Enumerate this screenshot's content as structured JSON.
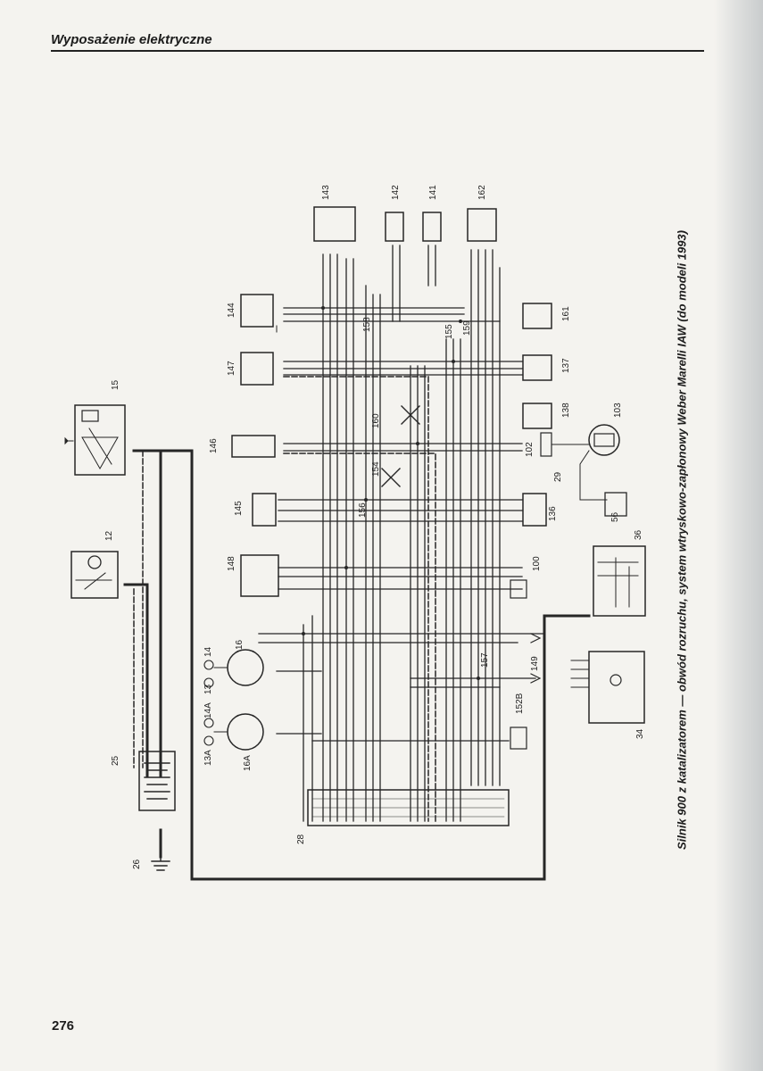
{
  "header": {
    "title": "Wyposażenie elektryczne"
  },
  "page_number": "276",
  "caption": "Silnik 900 z katalizatorem — obwód rozruchu, system wtryskowo-zapłonowy Weber Marelli IAW (do modeli 1993)",
  "components": [
    {
      "id": "c143",
      "label": "143"
    },
    {
      "id": "c142",
      "label": "142"
    },
    {
      "id": "c141",
      "label": "141"
    },
    {
      "id": "c162",
      "label": "162"
    },
    {
      "id": "c144",
      "label": "144"
    },
    {
      "id": "c161",
      "label": "161"
    },
    {
      "id": "c147",
      "label": "147"
    },
    {
      "id": "c137",
      "label": "137"
    },
    {
      "id": "c158",
      "label": "158"
    },
    {
      "id": "c155",
      "label": "155"
    },
    {
      "id": "c159",
      "label": "159"
    },
    {
      "id": "c15",
      "label": "15"
    },
    {
      "id": "c160",
      "label": "160"
    },
    {
      "id": "c138",
      "label": "138"
    },
    {
      "id": "c103",
      "label": "103"
    },
    {
      "id": "c146",
      "label": "146"
    },
    {
      "id": "c102",
      "label": "102"
    },
    {
      "id": "c154",
      "label": "154"
    },
    {
      "id": "c29",
      "label": "29"
    },
    {
      "id": "c145",
      "label": "145"
    },
    {
      "id": "c156",
      "label": "156"
    },
    {
      "id": "c136",
      "label": "136"
    },
    {
      "id": "c56",
      "label": "56"
    },
    {
      "id": "c12",
      "label": "12"
    },
    {
      "id": "c36",
      "label": "36"
    },
    {
      "id": "c148",
      "label": "148"
    },
    {
      "id": "c100",
      "label": "100"
    },
    {
      "id": "c14",
      "label": "14"
    },
    {
      "id": "c16",
      "label": "16"
    },
    {
      "id": "c13",
      "label": "13"
    },
    {
      "id": "c157",
      "label": "157"
    },
    {
      "id": "c149",
      "label": "149"
    },
    {
      "id": "c14A",
      "label": "14A"
    },
    {
      "id": "c13A",
      "label": "13A"
    },
    {
      "id": "c16A",
      "label": "16A"
    },
    {
      "id": "c152B",
      "label": "152B"
    },
    {
      "id": "c34",
      "label": "34"
    },
    {
      "id": "c25",
      "label": "25"
    },
    {
      "id": "c28",
      "label": "28"
    },
    {
      "id": "c26",
      "label": "26"
    }
  ],
  "colors": {
    "ink": "#1e1e1e",
    "paper": "#f4f3ef",
    "wire": "#262626"
  }
}
